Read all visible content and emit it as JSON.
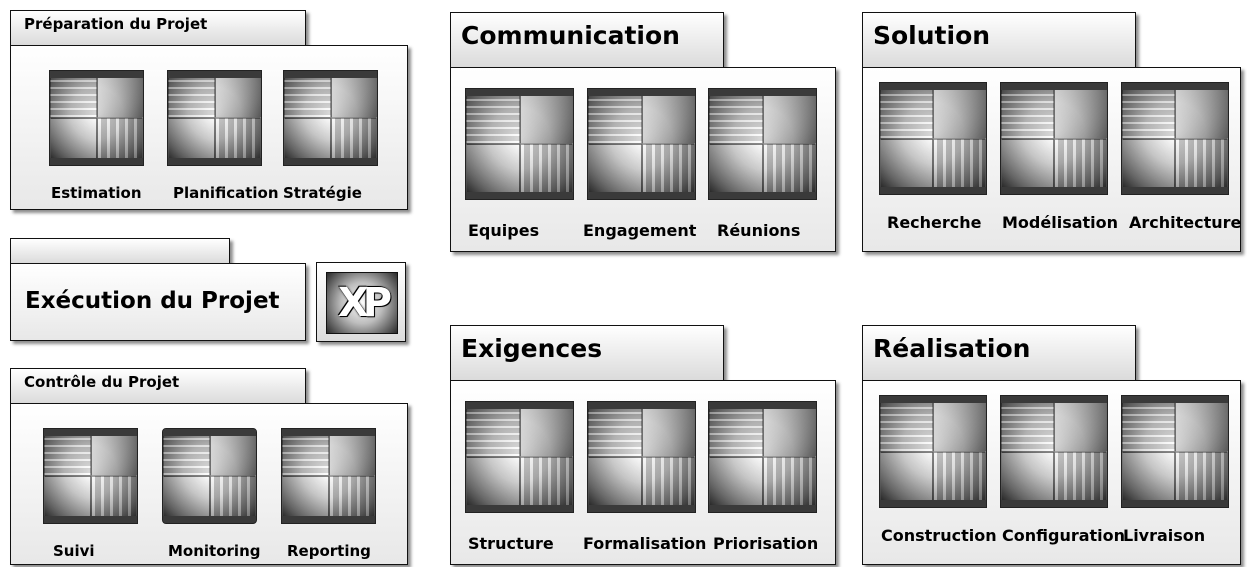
{
  "preparation": {
    "title": "Préparation du Projet",
    "items": [
      {
        "label": "Estimation",
        "icon": "estimation-icon"
      },
      {
        "label": "Planification",
        "icon": "planification-icon"
      },
      {
        "label": "Stratégie",
        "icon": "strategie-icon"
      }
    ]
  },
  "execution": {
    "title": "Exécution du Projet",
    "logo_icon": "xp-logo-icon"
  },
  "controle": {
    "title": "Contrôle du Projet",
    "items": [
      {
        "label": "Suivi",
        "icon": "suivi-icon"
      },
      {
        "label": "Monitoring",
        "icon": "monitoring-icon"
      },
      {
        "label": "Reporting",
        "icon": "reporting-icon"
      }
    ]
  },
  "communication": {
    "title": "Communication",
    "items": [
      {
        "label": "Equipes",
        "icon": "equipes-icon"
      },
      {
        "label": "Engagement",
        "icon": "engagement-icon"
      },
      {
        "label": "Réunions",
        "icon": "reunions-icon"
      }
    ]
  },
  "exigences": {
    "title": "Exigences",
    "items": [
      {
        "label": "Structure",
        "icon": "structure-icon"
      },
      {
        "label": "Formalisation",
        "icon": "formalisation-icon"
      },
      {
        "label": "Priorisation",
        "icon": "priorisation-icon"
      }
    ]
  },
  "solution": {
    "title": "Solution",
    "items": [
      {
        "label": "Recherche",
        "icon": "recherche-icon"
      },
      {
        "label": "Modélisation",
        "icon": "modelisation-icon"
      },
      {
        "label": "Architecture",
        "icon": "architecture-icon"
      }
    ]
  },
  "realisation": {
    "title": "Réalisation",
    "items": [
      {
        "label": "Construction",
        "icon": "construction-icon"
      },
      {
        "label": "Configuration",
        "icon": "configuration-icon"
      },
      {
        "label": "Livraison",
        "icon": "livraison-icon"
      }
    ]
  }
}
